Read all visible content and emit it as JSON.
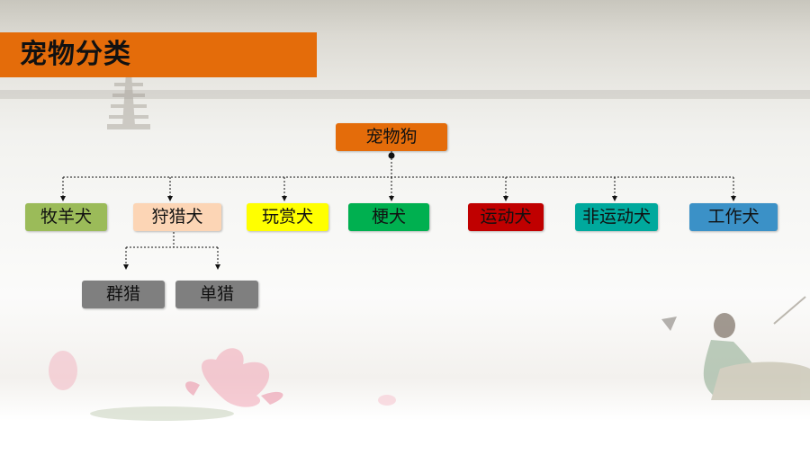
{
  "title": "宠物分类",
  "root": {
    "label": "宠物狗",
    "color": "#e46c0a"
  },
  "categories": [
    {
      "label": "牧羊犬",
      "color": "#9bbb59"
    },
    {
      "label": "狩猎犬",
      "color": "#fcd5b5"
    },
    {
      "label": "玩赏犬",
      "color": "#ffff00"
    },
    {
      "label": "梗犬",
      "color": "#00b050"
    },
    {
      "label": "运动犬",
      "color": "#c00000"
    },
    {
      "label": "非运动犬",
      "color": "#00a99d"
    },
    {
      "label": "工作犬",
      "color": "#3b91c7"
    }
  ],
  "hunting_sub": [
    {
      "label": "群猎",
      "color": "#7f7f7f"
    },
    {
      "label": "单猎",
      "color": "#7f7f7f"
    }
  ]
}
